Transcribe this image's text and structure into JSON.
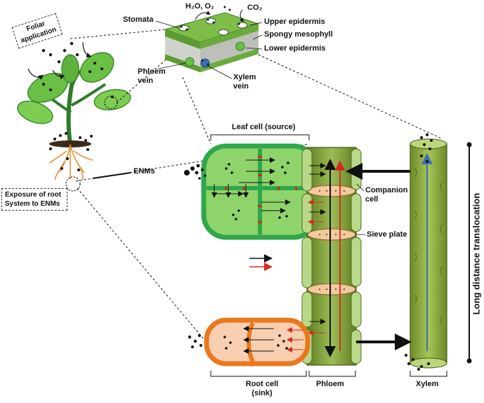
{
  "labels": {
    "foliar_application": "Foliar application",
    "stomata": "Stomata",
    "h2o_o2": "H₂O, O₂",
    "co2": "CO₂",
    "upper_epidermis": "Upper epidermis",
    "spongy_mesophyll": "Spongy mesophyll",
    "lower_epidermis": "Lower epidermis",
    "phloem_vein": "Phloem vein",
    "xylem_vein": "Xylem vein",
    "leaf_cell": "Leaf cell (source)",
    "enms": "ENMs",
    "root_exposure": "Exposure of root System to ENMs",
    "companion_cell": "Companion cell",
    "sieve_plate": "Sieve plate",
    "root_cell": "Root cell (sink)",
    "phloem": "Phloem",
    "xylem": "Xylem",
    "long_distance": "Long distance translocation"
  },
  "colors": {
    "leaf_green": "#6abf45",
    "leaf_cell_fill": "#8fd46a",
    "leaf_cell_border": "#2fa84a",
    "phloem_green": "#b9d98a",
    "phloem_dark": "#6f8f2c",
    "xylem_green": "#8aa83a",
    "root_cell_fill": "#f8cfb0",
    "root_cell_border": "#e9781e",
    "sieve_plate": "#f3c9a0",
    "arrow_black": "#111111",
    "arrow_red": "#d62a1e",
    "arrow_blue": "#3b6db5",
    "root_orange": "#e98a2a"
  }
}
